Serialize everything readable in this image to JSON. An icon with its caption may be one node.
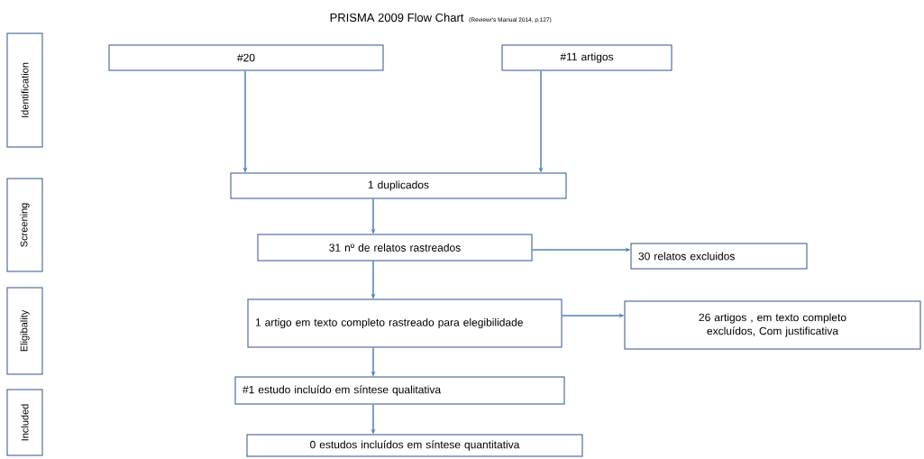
{
  "diagram": {
    "title": "PRISMA 2009 Flow Chart",
    "nodes": [
      {
        "text": [
          "Identification"
        ]
      },
      {
        "text": [
          "Screening"
        ]
      },
      {
        "text": [
          "Eligibality"
        ]
      },
      {
        "text": [
          "Included"
        ]
      },
      {
        "text": [
          "#20"
        ]
      },
      {
        "text": [
          "#11 artigos"
        ]
      },
      {
        "text": [
          "1 duplicados"
        ]
      },
      {
        "text": [
          "31 nº de relatos rastreados"
        ]
      },
      {
        "text": [
          "30 relatos excluidos"
        ]
      },
      {
        "text": [
          "1 artigo em texto completo rastreado para elegibilidade"
        ]
      },
      {
        "text": [
          "26 artigos , em texto completo excluídos, Com justificativa"
        ]
      },
      {
        "text": [
          "#1 estudo incluído em síntese qualitativa"
        ]
      },
      {
        "text": [
          "0 estudos incluídos em síntese quantitativa"
        ]
      }
    ],
    "edges": [
      {
        "from": 4,
        "to": 6,
        "arrow": "to"
      },
      {
        "from": 5,
        "to": 6,
        "arrow": "to"
      },
      {
        "from": 6,
        "to": 7,
        "arrow": "to"
      },
      {
        "from": 7,
        "to": 8,
        "arrow": "to"
      },
      {
        "from": 7,
        "to": 9,
        "arrow": "to"
      },
      {
        "from": 9,
        "to": 10,
        "arrow": "to"
      },
      {
        "from": 9,
        "to": 11,
        "arrow": "to"
      },
      {
        "from": 11,
        "to": 12,
        "arrow": "to"
      }
    ],
    "labels": [
      "(Reviewr's Manual 2014, p.127)"
    ]
  }
}
